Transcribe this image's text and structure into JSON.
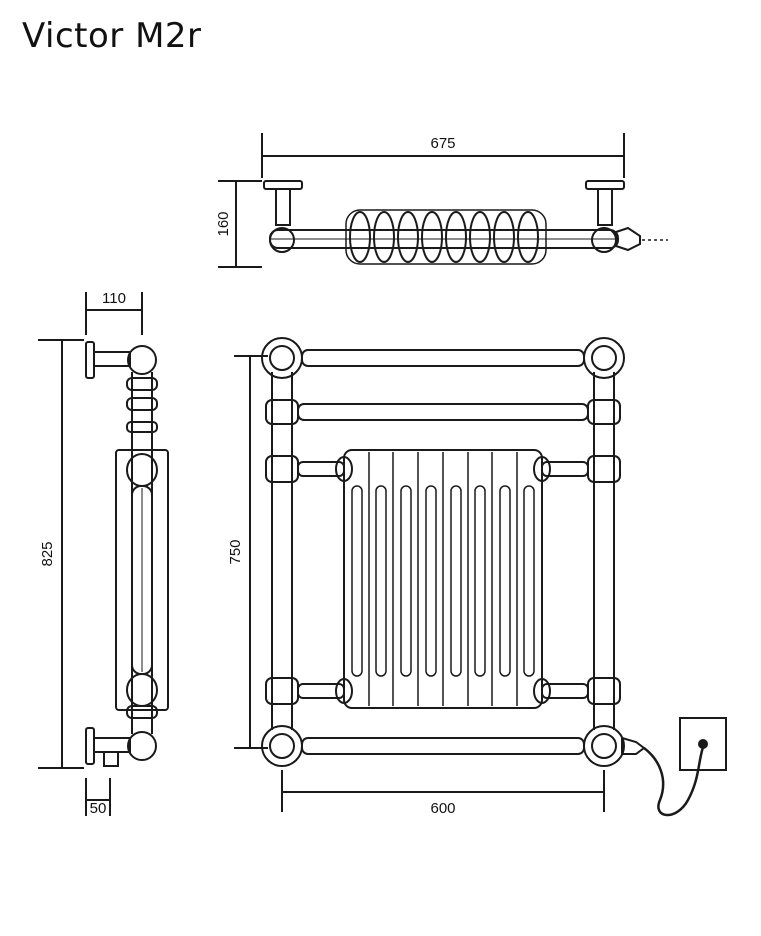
{
  "title": "Victor M2r",
  "dimensions": {
    "top_width": "675",
    "top_depth": "160",
    "side_depth": "110",
    "side_height": "825",
    "side_bottom": "50",
    "front_height": "750",
    "front_width": "600"
  },
  "colors": {
    "line": "#1a1a1a",
    "background": "#ffffff"
  },
  "icons": [
    "wall-socket-icon",
    "electric-cable-icon"
  ]
}
